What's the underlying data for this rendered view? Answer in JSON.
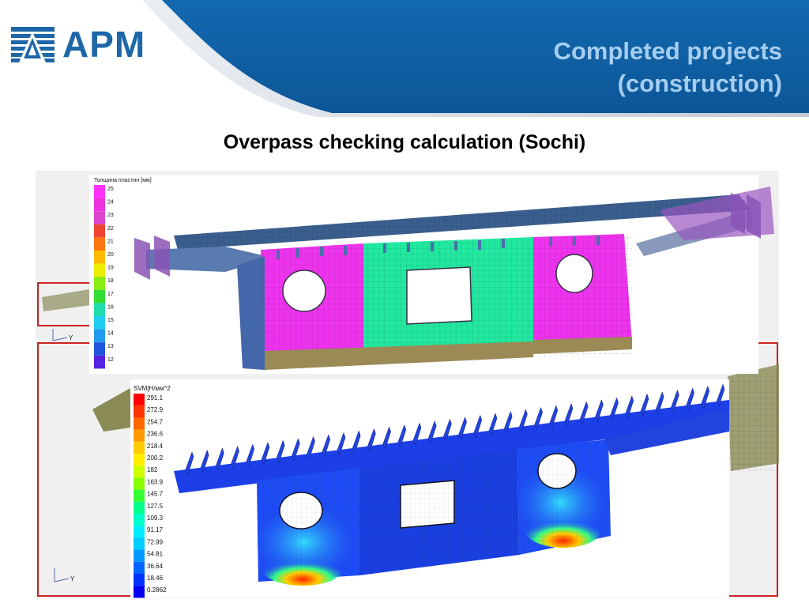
{
  "brand": {
    "name": "APM",
    "color": "#1d67a8"
  },
  "slide": {
    "title_line1": "Completed projects",
    "title_line2": "(construction)",
    "subtitle": "Overpass checking calculation (Sochi)"
  },
  "top_model": {
    "legend_title": "Толщина пластин [мм]",
    "legend_values": [
      "25",
      "24",
      "23",
      "22",
      "21",
      "20",
      "19",
      "18",
      "17",
      "16",
      "15",
      "14",
      "13",
      "12"
    ],
    "legend_colors": [
      "#ff33ff",
      "#ee33dd",
      "#dd44cc",
      "#ee4433",
      "#ff7711",
      "#ffbb00",
      "#eeee00",
      "#88ee11",
      "#33dd33",
      "#22ddaa",
      "#22ccee",
      "#2299ee",
      "#2255dd",
      "#5522dd"
    ],
    "axis_label": "Y"
  },
  "bottom_model": {
    "legend_title": "SVM[H/мм^2",
    "legend_values": [
      "291.1",
      "272.9",
      "254.7",
      "236.6",
      "218.4",
      "200.2",
      "182",
      "163.9",
      "145.7",
      "127.5",
      "109.3",
      "91.17",
      "72.99",
      "54.81",
      "36.64",
      "18.46",
      "0.2862"
    ],
    "legend_colors": [
      "#ff0000",
      "#ff3300",
      "#ff6600",
      "#ff9900",
      "#ffcc00",
      "#ffee00",
      "#ccff00",
      "#88ff00",
      "#33ff33",
      "#00ff88",
      "#00ffcc",
      "#00eeff",
      "#00ccff",
      "#0099ff",
      "#0066ff",
      "#0033ff",
      "#0000ee"
    ],
    "axis_label": "Y"
  }
}
